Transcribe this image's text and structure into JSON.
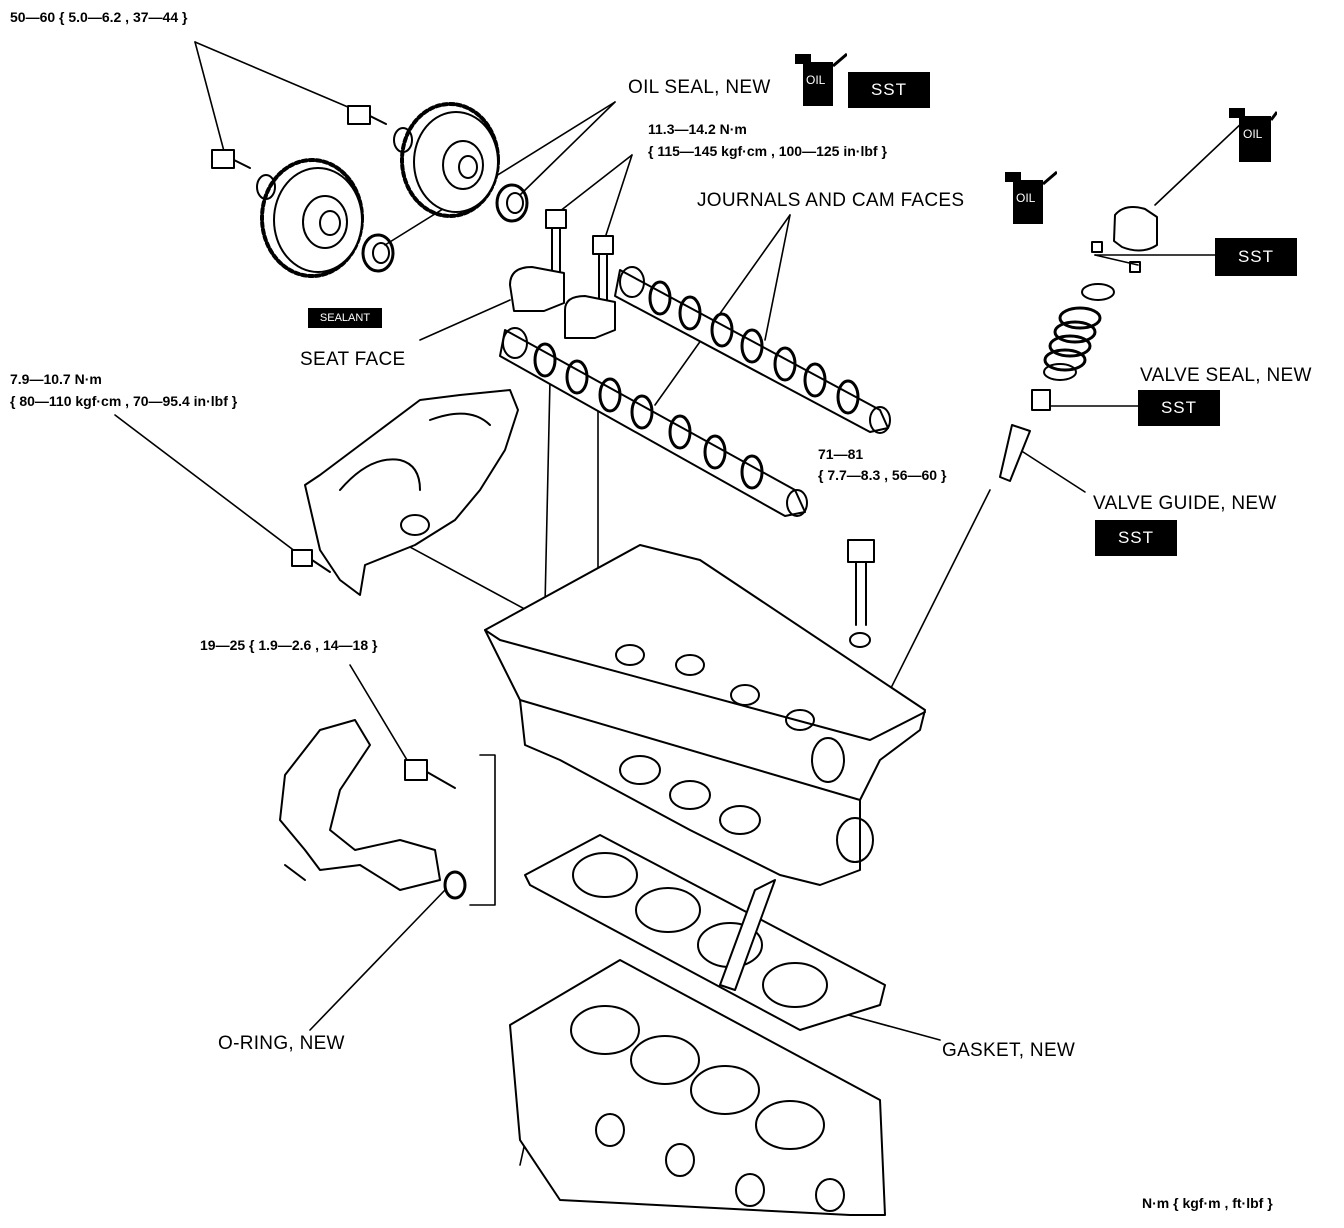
{
  "labels": {
    "torque_sprocket": "50—60 { 5.0—6.2 , 37—44 }",
    "oil_seal": "OIL SEAL, NEW",
    "torque_cap": "11.3—14.2 N·m",
    "torque_cap_sub": "{ 115—145 kgf·cm , 100—125 in·lbf }",
    "journals": "JOURNALS AND CAM FACES",
    "seat_face": "SEAT FACE",
    "torque_cover": "7.9—10.7 N·m",
    "torque_cover_sub": "{ 80—110 kgf·cm , 70—95.4 in·lbf }",
    "valve_seal": "VALVE SEAL, NEW",
    "valve_guide": "VALVE GUIDE, NEW",
    "torque_head": "71—81",
    "torque_head_sub": "{ 7.7—8.3 , 56—60 }",
    "torque_housing": "19—25 { 1.9—2.6 , 14—18 }",
    "o_ring": "O-RING, NEW",
    "gasket": "GASKET, NEW",
    "units": "N·m { kgf·m , ft·lbf }",
    "sealant": "SEALANT",
    "oil": "OIL"
  },
  "badges": {
    "sst": "SST"
  },
  "colors": {
    "ink": "#000000",
    "paper": "#ffffff"
  }
}
